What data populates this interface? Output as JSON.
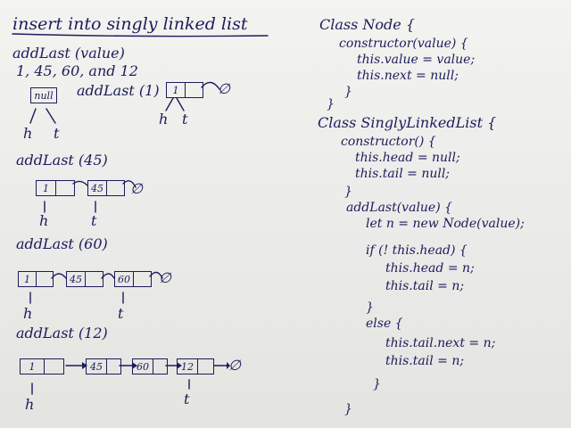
{
  "title": "insert into singly linked list",
  "left": {
    "intro_line1": "addLast (value)",
    "intro_line2": "1, 45, 60, and 12",
    "step1_label": "addLast (1)",
    "null_node": "null",
    "null_symbol": "∅",
    "head": "h",
    "tail": "t",
    "step2_label": "addLast (45)",
    "step3_label": "addLast (60)",
    "step4_label": "addLast (12)",
    "v1": "1",
    "v45": "45",
    "v60": "60",
    "v12": "12"
  },
  "code": {
    "line01": "Class Node {",
    "line02": "constructor(value) {",
    "line03": "this.value = value;",
    "line04": "this.next = null;",
    "line05": "}",
    "line06": "}",
    "line07": "Class SinglyLinkedList {",
    "line08": "constructor() {",
    "line09": "this.head = null;",
    "line10": "this.tail = null;",
    "line11": "}",
    "line12": "addLast(value) {",
    "line13": "let n = new Node(value);",
    "line14": "if (! this.head) {",
    "line15": "this.head = n;",
    "line16": "this.tail = n;",
    "line17": "}",
    "line18": "else {",
    "line19": "this.tail.next = n;",
    "line20": "this.tail = n;",
    "line21": "}",
    "line22": "}"
  },
  "ink_color": "#1c1c5c"
}
